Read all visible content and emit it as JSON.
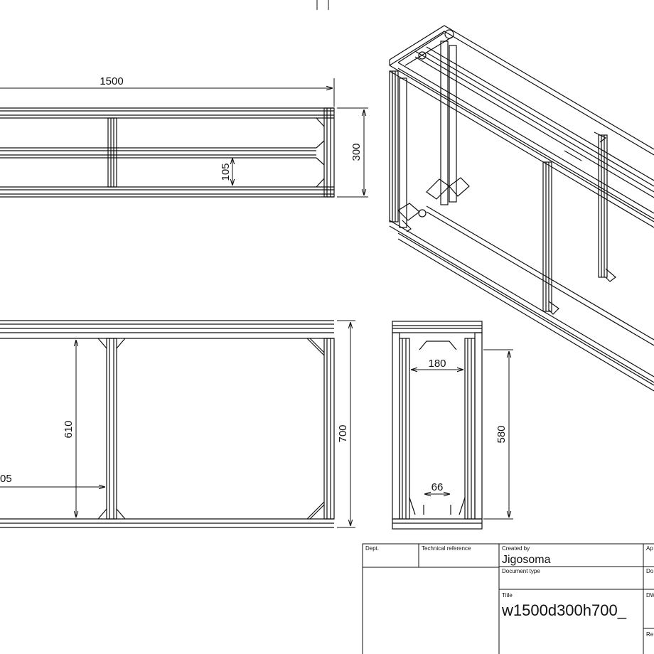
{
  "dimensions": {
    "top_width": "1500",
    "top_depth": "300",
    "top_rail_gap": "105",
    "front_height": "700",
    "front_inner_height": "610",
    "front_offset": "05",
    "side_inner_width": "180",
    "side_inner_height": "580",
    "side_foot_width": "66"
  },
  "title_block": {
    "dept_label": "Dept.",
    "tech_ref_label": "Technical reference",
    "created_by_label": "Created by",
    "created_by_value": "Jigosoma",
    "approved_label": "Ap",
    "doc_type_label": "Document type",
    "doc_status_label": "Do",
    "title_label": "Title",
    "title_value": "w1500d300h700_",
    "dwg_label": "DW",
    "rev_label": "Re"
  }
}
